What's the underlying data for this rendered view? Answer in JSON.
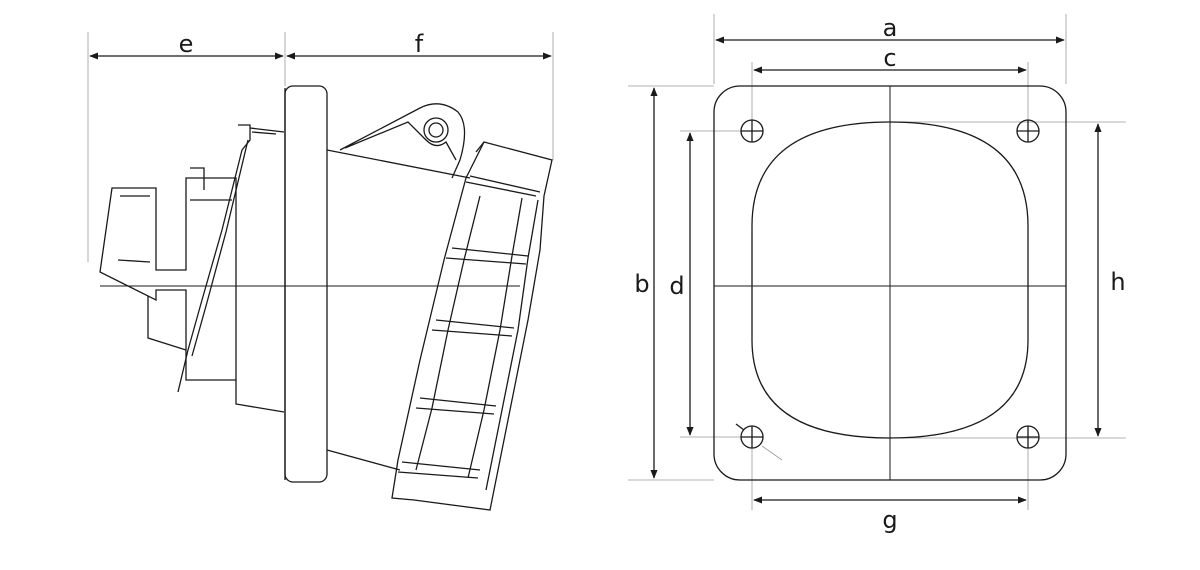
{
  "dimension_labels": {
    "a": "a",
    "b": "b",
    "c": "c",
    "d": "d",
    "e": "e",
    "f": "f",
    "g": "g",
    "h": "h"
  },
  "colors": {
    "line": "#1a1a1a",
    "extension_line": "#9a9a9a",
    "background": "#ffffff"
  }
}
